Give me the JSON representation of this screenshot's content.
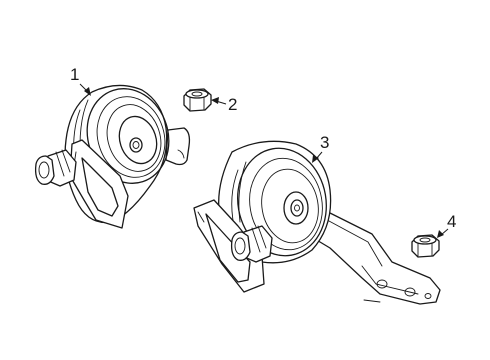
{
  "callouts": [
    {
      "number": "1",
      "part": "horn-high"
    },
    {
      "number": "2",
      "part": "nut"
    },
    {
      "number": "3",
      "part": "horn-low"
    },
    {
      "number": "4",
      "part": "nut"
    }
  ]
}
